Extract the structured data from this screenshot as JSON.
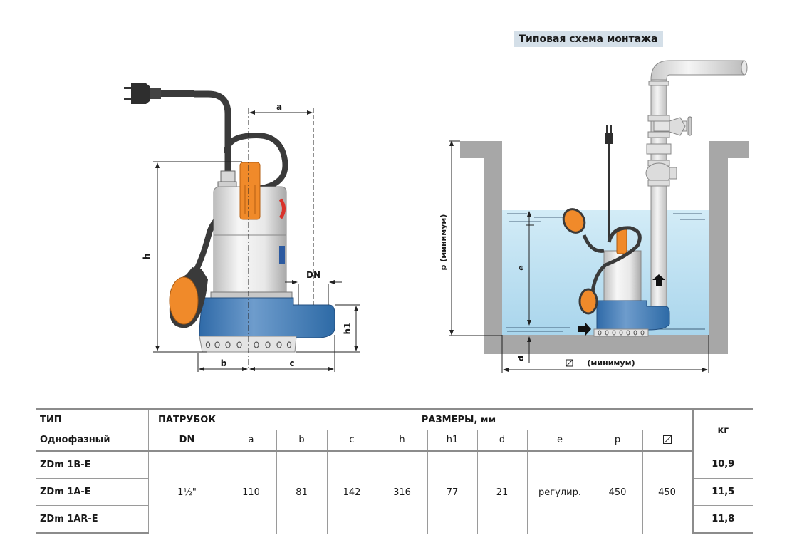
{
  "installation_title": "Типовая схема монтажа",
  "pump_drawing": {
    "dimension_labels": {
      "a": "a",
      "b": "b",
      "c": "c",
      "h": "h",
      "h1": "h1",
      "dn": "DN"
    },
    "colors": {
      "body_blue": "#3c78b4",
      "float_orange": "#f08a2a",
      "cable": "#3c3c3c",
      "steel": "#e6e6e6"
    }
  },
  "installation_drawing": {
    "labels": {
      "p": "p (минимум)",
      "e": "e",
      "d": "d",
      "square": "(минимум)"
    },
    "colors": {
      "water": "#bfe2f2",
      "wall": "#a7a7a7",
      "pipe": "#e2e2e2"
    }
  },
  "table": {
    "headers": {
      "type": "ТИП",
      "phase": "Однофазный",
      "outlet": "ПАТРУБОК",
      "outlet_sub": "DN",
      "dimensions": "РАЗМЕРЫ, мм",
      "weight": "кг",
      "dim_columns": [
        "a",
        "b",
        "c",
        "h",
        "h1",
        "d",
        "e",
        "p"
      ]
    },
    "models": [
      {
        "name": "ZDm 1B-E",
        "weight": "10,9"
      },
      {
        "name": "ZDm 1A-E",
        "weight": "11,5"
      },
      {
        "name": "ZDm 1AR-E",
        "weight": "11,8"
      }
    ],
    "shared": {
      "dn": "1½\"",
      "a": "110",
      "b": "81",
      "c": "142",
      "h": "316",
      "h1": "77",
      "d": "21",
      "e": "регулир.",
      "p": "450",
      "square": "450"
    }
  }
}
